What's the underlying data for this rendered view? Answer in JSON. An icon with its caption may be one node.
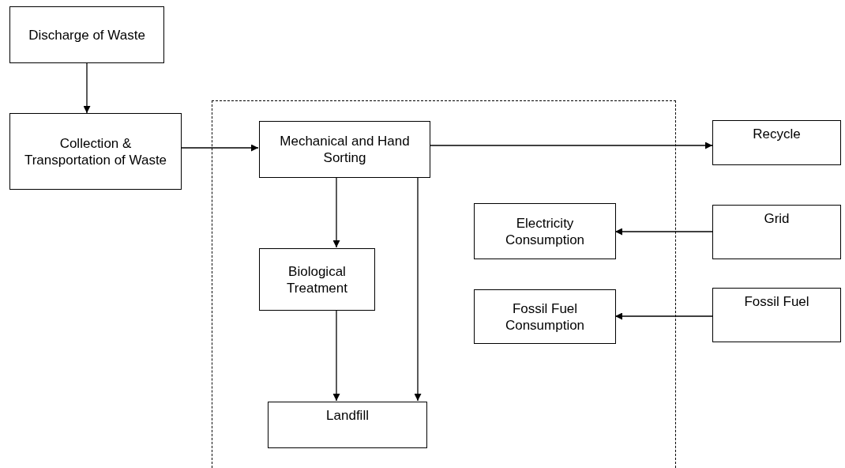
{
  "diagram": {
    "nodes": [
      {
        "text": [
          "Discharge of Waste"
        ]
      },
      {
        "text": [
          "Collection & Transportation of Waste"
        ]
      },
      {
        "text": [],
        "shape": "box"
      },
      {
        "text": [
          "Mechanical and Hand Sorting"
        ],
        "in": 2
      },
      {
        "text": [
          "Biological Treatment"
        ],
        "in": 2
      },
      {
        "text": [
          "Landfill"
        ],
        "in": 2
      },
      {
        "text": [
          "Electricity Consumption"
        ],
        "in": 2
      },
      {
        "text": [
          "Fossil Fuel Consumption"
        ],
        "in": 2
      },
      {
        "text": [
          "Recycle"
        ]
      },
      {
        "text": [
          "Grid"
        ]
      },
      {
        "text": [
          "Fossil Fuel"
        ]
      }
    ],
    "edges": [
      {
        "from": 0,
        "to": 1,
        "arrow": "to"
      },
      {
        "from": 1,
        "to": 3,
        "arrow": "to"
      },
      {
        "from": 3,
        "to": 8,
        "arrow": "to"
      },
      {
        "from": 3,
        "to": 4,
        "arrow": "to"
      },
      {
        "from": 3,
        "to": 5,
        "arrow": "to"
      },
      {
        "from": 4,
        "to": 5,
        "arrow": "to"
      },
      {
        "from": 9,
        "to": 6,
        "arrow": "to"
      },
      {
        "from": 10,
        "to": 7,
        "arrow": "to"
      }
    ]
  }
}
